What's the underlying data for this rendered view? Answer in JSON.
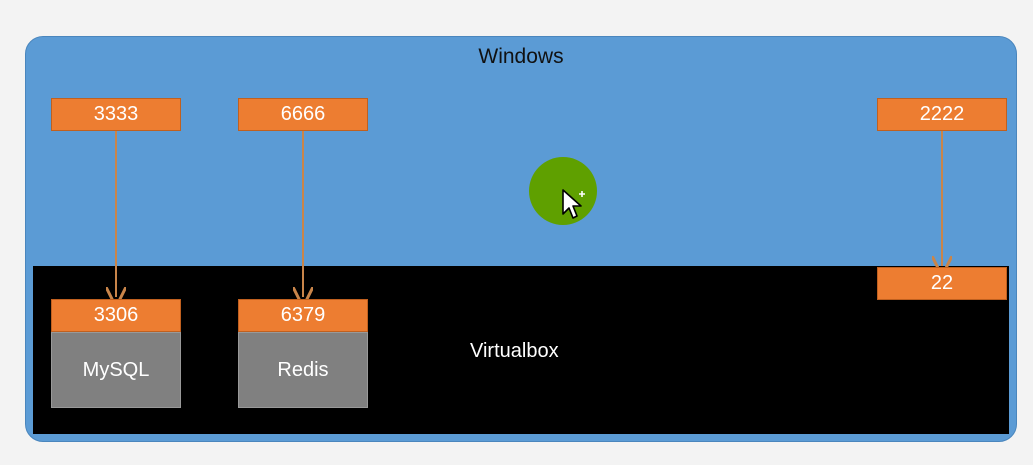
{
  "windows": {
    "title": "Windows"
  },
  "virtualbox": {
    "label": "Virtualbox"
  },
  "host_ports": {
    "mysql": "3333",
    "redis": "6666",
    "ssh": "2222"
  },
  "guest_ports": {
    "mysql": "3306",
    "redis": "6379",
    "ssh": "22"
  },
  "services": {
    "mysql": "MySQL",
    "redis": "Redis"
  },
  "colors": {
    "windows_bg": "#5b9bd5",
    "virtualbox_bg": "#000000",
    "port_bg": "#ed7d31",
    "service_bg": "#808080",
    "arrow": "#c9854a",
    "cursor_highlight": "#5fa000"
  },
  "icons": {
    "cursor": "mouse-pointer-icon"
  }
}
